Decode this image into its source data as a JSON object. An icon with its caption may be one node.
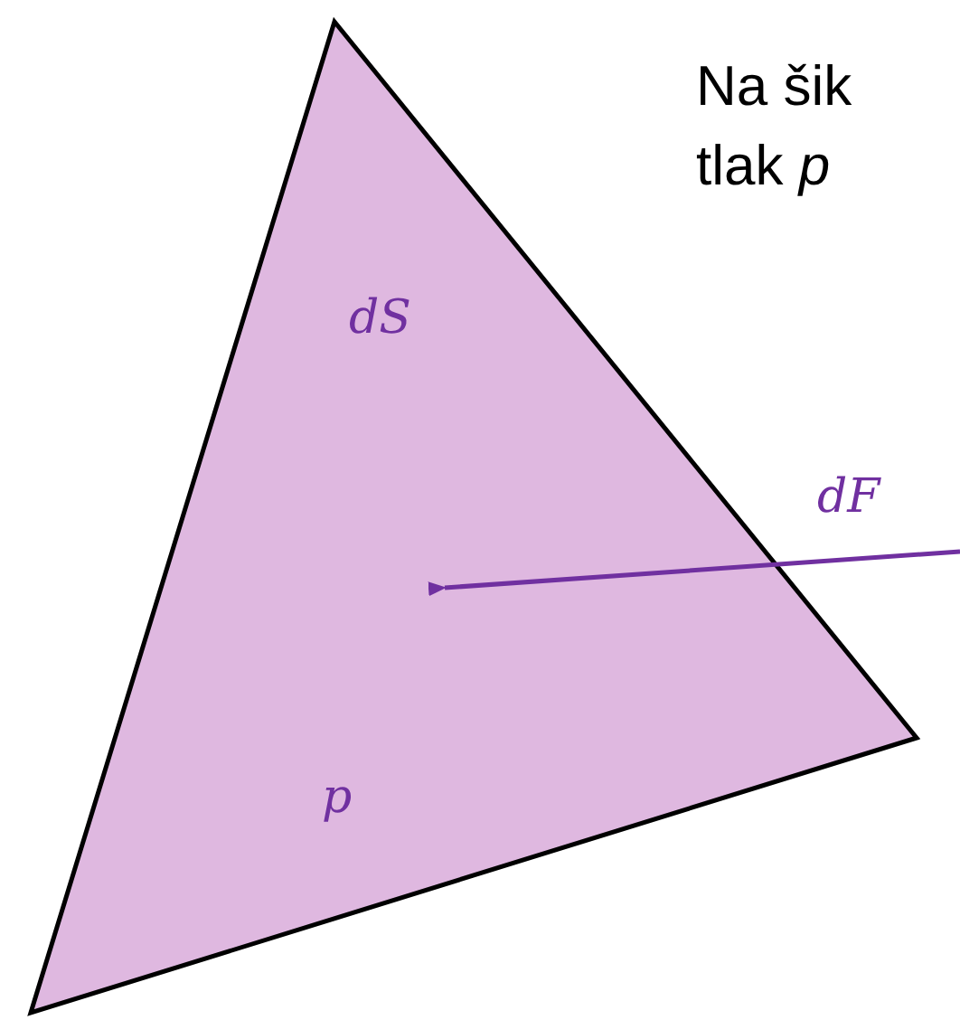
{
  "diagram": {
    "nodes": [
      {
        "text": [
          "dS",
          "p"
        ]
      }
    ],
    "labels": [
      "Na šik tlak *p*",
      "dF"
    ]
  }
}
